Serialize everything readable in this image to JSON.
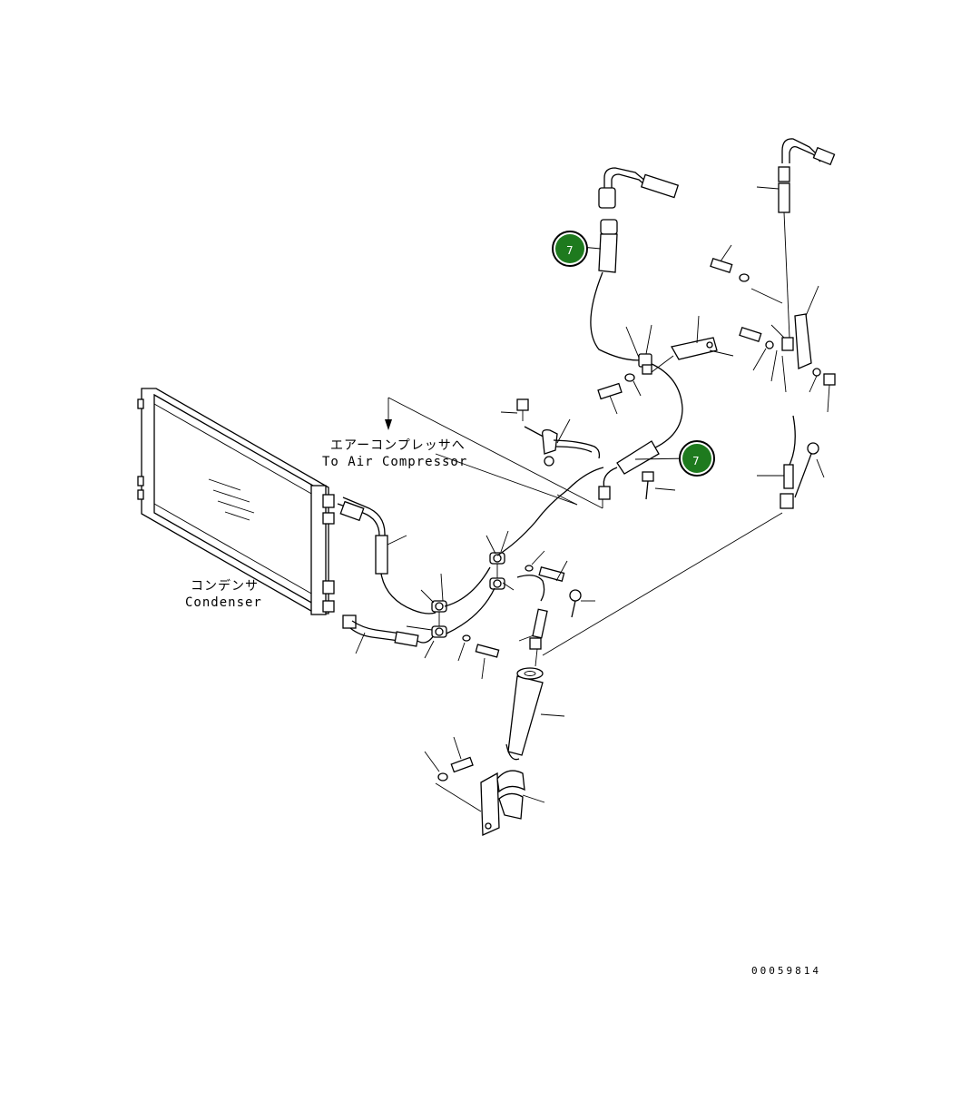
{
  "diagram": {
    "labels": {
      "compressor_jp": "エアーコンプレッサへ",
      "compressor_en": "To Air Compressor",
      "condenser_jp": "コンデンサ",
      "condenser_en": "Condenser"
    },
    "callouts": [
      {
        "number": "7",
        "color": "#1e7a1e"
      },
      {
        "number": "7",
        "color": "#1e7a1e"
      }
    ],
    "part_number": "00059814"
  }
}
